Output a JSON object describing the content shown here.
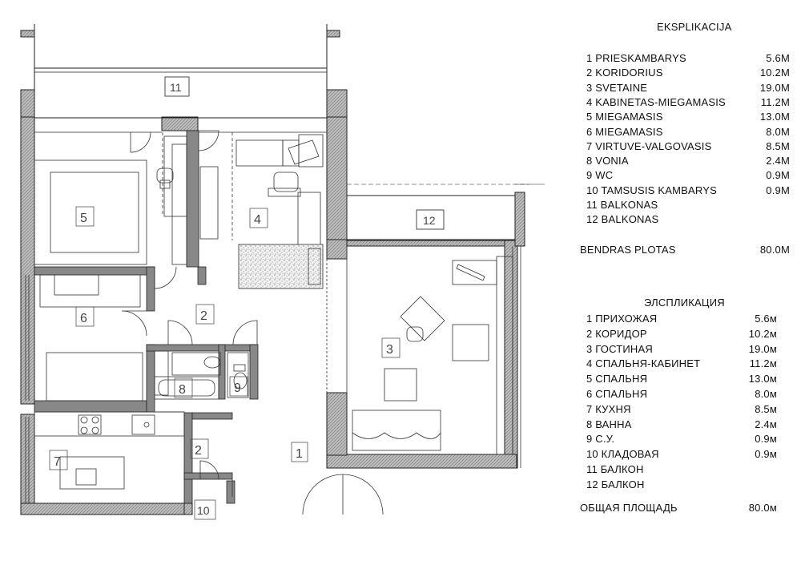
{
  "plan": {
    "room_numbers": [
      "1",
      "2",
      "2",
      "3",
      "4",
      "5",
      "6",
      "7",
      "8",
      "9",
      "10",
      "11",
      "12"
    ]
  },
  "legend_lt": {
    "title": "EKSPLIKACIJA",
    "rows": [
      {
        "label": "1 PRIESKAMBARYS",
        "value": "5.6M"
      },
      {
        "label": "2 KORIDORIUS",
        "value": "10.2M"
      },
      {
        "label": "3 SVETAINE",
        "value": "19.0M"
      },
      {
        "label": "4 KABINETAS-MIEGAMASIS",
        "value": "11.2M"
      },
      {
        "label": "5 MIEGAMASIS",
        "value": "13.0M"
      },
      {
        "label": "6 MIEGAMASIS",
        "value": "8.0M"
      },
      {
        "label": "7 VIRTUVE-VALGOVASIS",
        "value": "8.5M"
      },
      {
        "label": "8 VONIA",
        "value": "2.4M"
      },
      {
        "label": "9 WC",
        "value": "0.9M"
      },
      {
        "label": "10 TAMSUSIS KAMBARYS",
        "value": "0.9M"
      },
      {
        "label": "11 BALKONAS",
        "value": ""
      },
      {
        "label": "12 BALKONAS",
        "value": ""
      }
    ],
    "total_label": "BENDRAS PLOTAS",
    "total_value": "80.0M"
  },
  "legend_ru": {
    "title": "ЭЛСПЛИКАЦИЯ",
    "rows": [
      {
        "label": "1 ПРИХОЖАЯ",
        "value": "5.6м"
      },
      {
        "label": "2 КОРИДОР",
        "value": "10.2м"
      },
      {
        "label": "3 ГОСТИНАЯ",
        "value": "19.0м"
      },
      {
        "label": "4 СПАЛЬНЯ-КАБИНЕТ",
        "value": "11.2м"
      },
      {
        "label": "5 СПАЛЬНЯ",
        "value": "13.0м"
      },
      {
        "label": "6 СПАЛЬНЯ",
        "value": "8.0м"
      },
      {
        "label": "7 КУХНЯ",
        "value": "8.5м"
      },
      {
        "label": "8 ВАННА",
        "value": "2.4м"
      },
      {
        "label": "9 С.У.",
        "value": "0.9м"
      },
      {
        "label": "10 КЛАДОВАЯ",
        "value": "0.9м"
      },
      {
        "label": "11 БАЛКОН",
        "value": ""
      },
      {
        "label": "12 БАЛКОН",
        "value": ""
      }
    ],
    "total_label": "ОБЩАЯ ПЛОЩАДЬ",
    "total_value": "80.0м"
  }
}
